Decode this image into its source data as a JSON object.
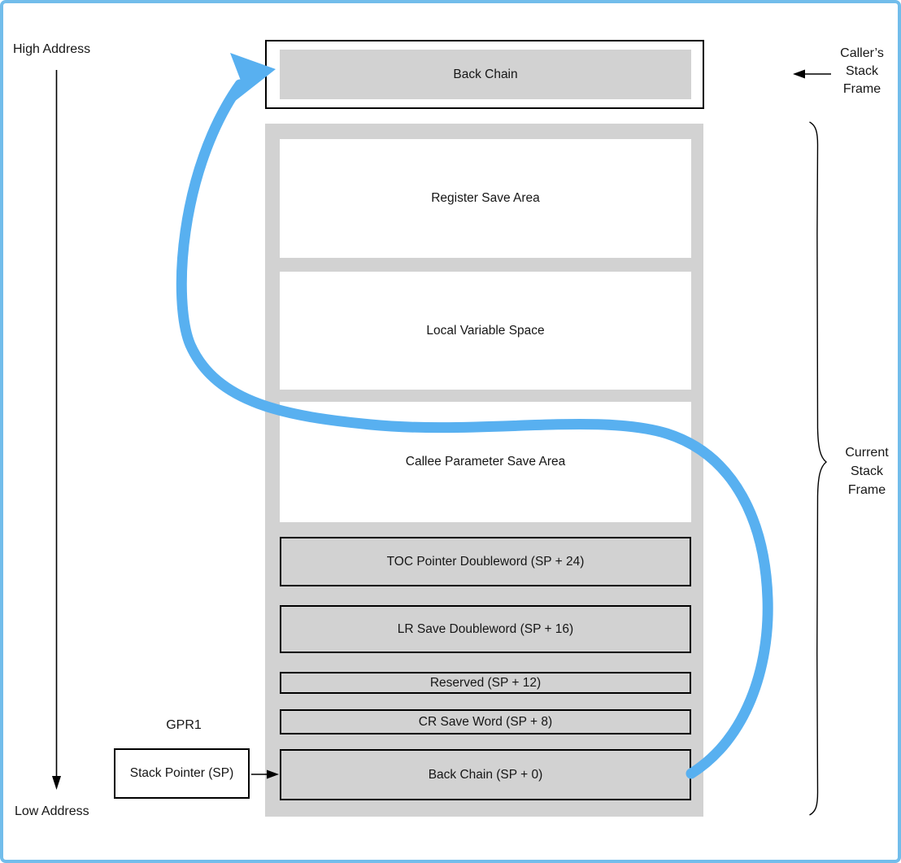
{
  "left_axis": {
    "high": "High Address",
    "low": "Low Address"
  },
  "caller_stack_frame": {
    "box_label": "Back Chain",
    "side_label": "Caller’s\nStack\nFrame"
  },
  "current_stack_frame": {
    "side_label": "Current\nStack\nFrame",
    "regions": [
      {
        "label": "Register Save Area",
        "style": "white"
      },
      {
        "label": "Local Variable Space",
        "style": "white"
      },
      {
        "label": "Callee Parameter Save Area",
        "style": "white"
      },
      {
        "label": "TOC Pointer Doubleword (SP + 24)",
        "style": "gray"
      },
      {
        "label": "LR Save Doubleword (SP + 16)",
        "style": "gray"
      },
      {
        "label": "Reserved (SP + 12)",
        "style": "gray"
      },
      {
        "label": "CR Save Word (SP + 8)",
        "style": "gray"
      },
      {
        "label": "Back Chain (SP + 0)",
        "style": "gray"
      }
    ]
  },
  "stack_pointer": {
    "register": "GPR1",
    "box_label": "Stack Pointer (SP)"
  },
  "colors": {
    "accent_blue": "#58b0f0",
    "page_border_blue": "#72bdeb",
    "box_gray": "#d2d2d2",
    "line_black": "#000000"
  }
}
